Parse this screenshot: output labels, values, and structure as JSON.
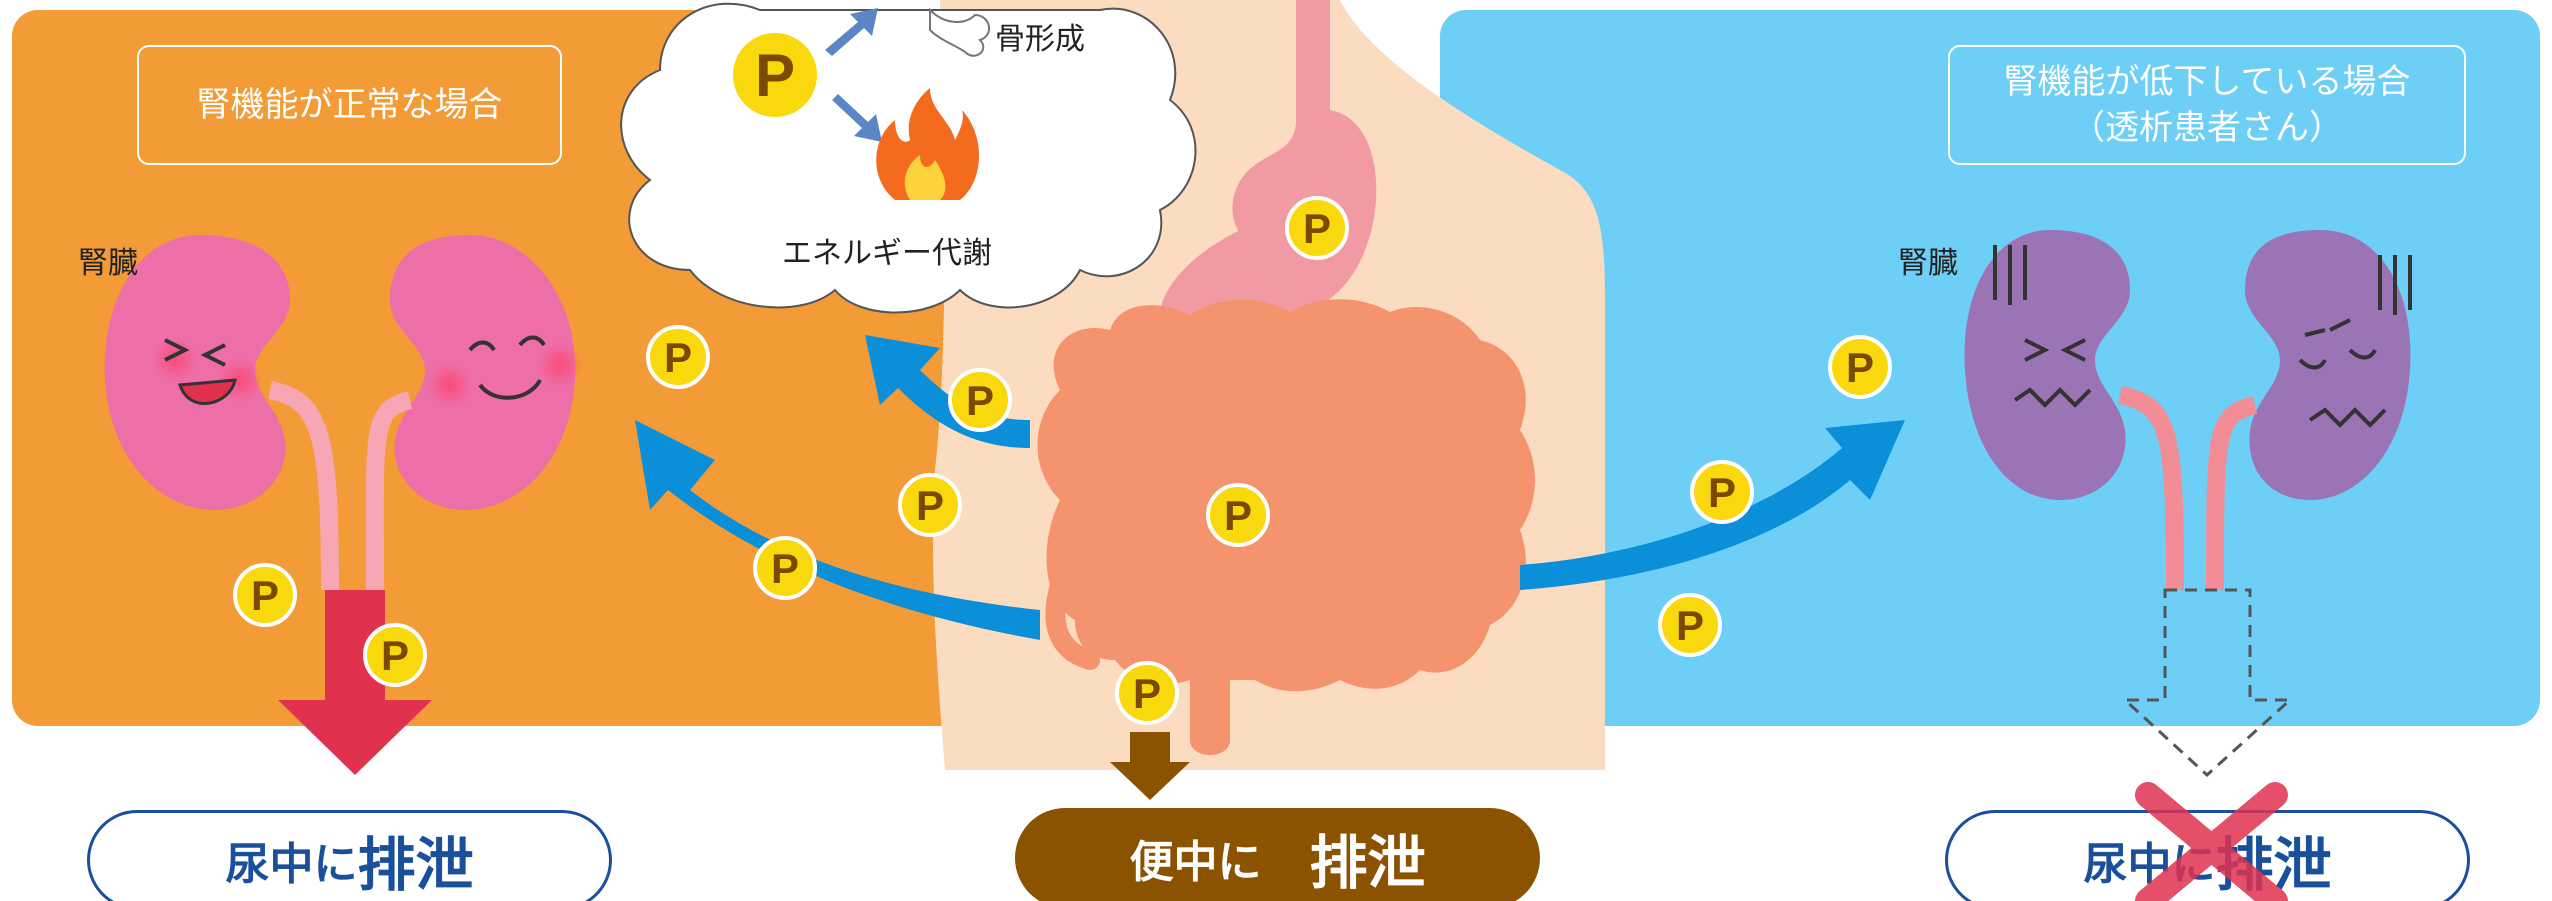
{
  "colors": {
    "left_panel": "#f39b36",
    "right_panel": "#6dcff6",
    "body": "#fbdcc0",
    "intestine": "#f4936d",
    "stomach": "#f29aa4",
    "arrow_blue": "#0b8fd8",
    "arrow_red": "#e0324f",
    "arrow_brown": "#8b5200",
    "kidney_normal": "#ee6ea7",
    "kidney_failing": "#9b74b6",
    "phosphorus_badge": "#f9d80e",
    "phosphorus_letter": "#7a4a00"
  },
  "left_panel": {
    "title": "腎機能が正常な場合",
    "kidney_label": "腎臓",
    "excretion": {
      "prefix": "尿中に",
      "emphasis": "排泄"
    }
  },
  "right_panel": {
    "title_line1": "腎機能が低下している場合",
    "title_line2": "（透析患者さん）",
    "kidney_label": "腎臓",
    "excretion": {
      "prefix": "尿中に",
      "emphasis": "排泄"
    }
  },
  "center": {
    "cloud": {
      "bone_label": "骨形成",
      "energy_label": "エネルギー代謝",
      "badge": "P"
    },
    "excretion": {
      "prefix": "便中に",
      "emphasis": "排泄"
    }
  },
  "badge_letter": "P",
  "icons": [
    "kidney-icon",
    "bone-icon",
    "fire-icon",
    "cross-mark-icon"
  ]
}
